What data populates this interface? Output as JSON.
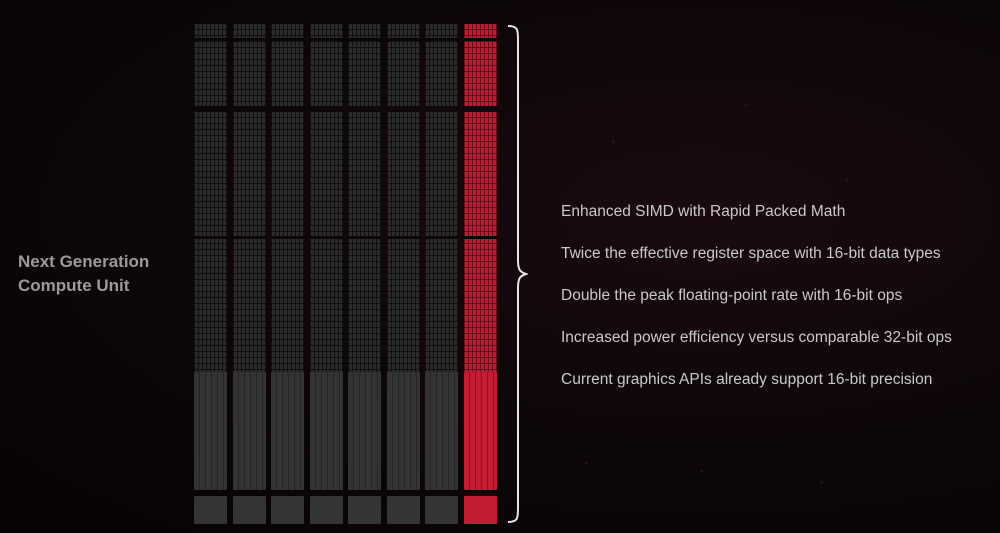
{
  "label": {
    "line1": "Next Generation",
    "line2": "Compute Unit"
  },
  "features": [
    "Enhanced SIMD with Rapid Packed Math",
    "Twice the effective register space with 16-bit data types",
    "Double the peak floating-point rate with 16-bit ops",
    "Increased power efficiency versus comparable 32-bit ops",
    "Current graphics APIs already support 16-bit precision"
  ],
  "diagram": {
    "columns": 8,
    "highlighted_column": 8,
    "colors": {
      "gray": "#2c2b2d",
      "highlight": "#c01c34",
      "brace": "#e6e6e6",
      "background": "#0c0609"
    }
  }
}
